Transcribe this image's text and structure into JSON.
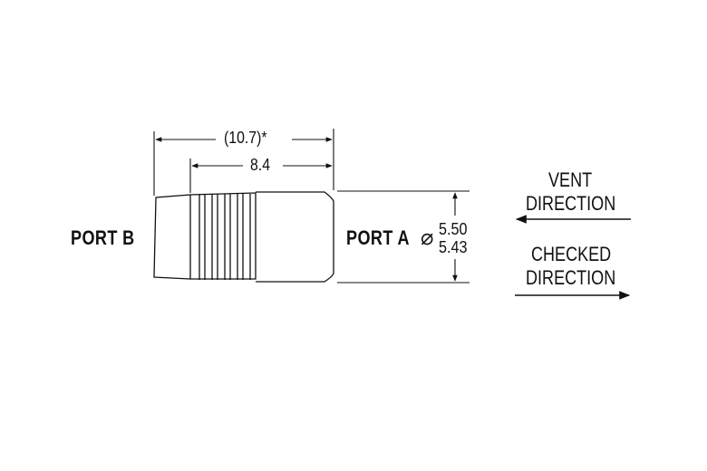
{
  "labels": {
    "port_b": "PORT B",
    "port_a": "PORT A",
    "overall_length": "(10.7)*",
    "body_length": "8.4",
    "diameter_symbol": "⌀",
    "diameter_max": "5.50",
    "diameter_min": "5.43",
    "vent_line1": "VENT",
    "vent_line2": "DIRECTION",
    "checked_line1": "CHECKED",
    "checked_line2": "DIRECTION"
  },
  "colors": {
    "line": "#111111",
    "background": "#ffffff"
  }
}
